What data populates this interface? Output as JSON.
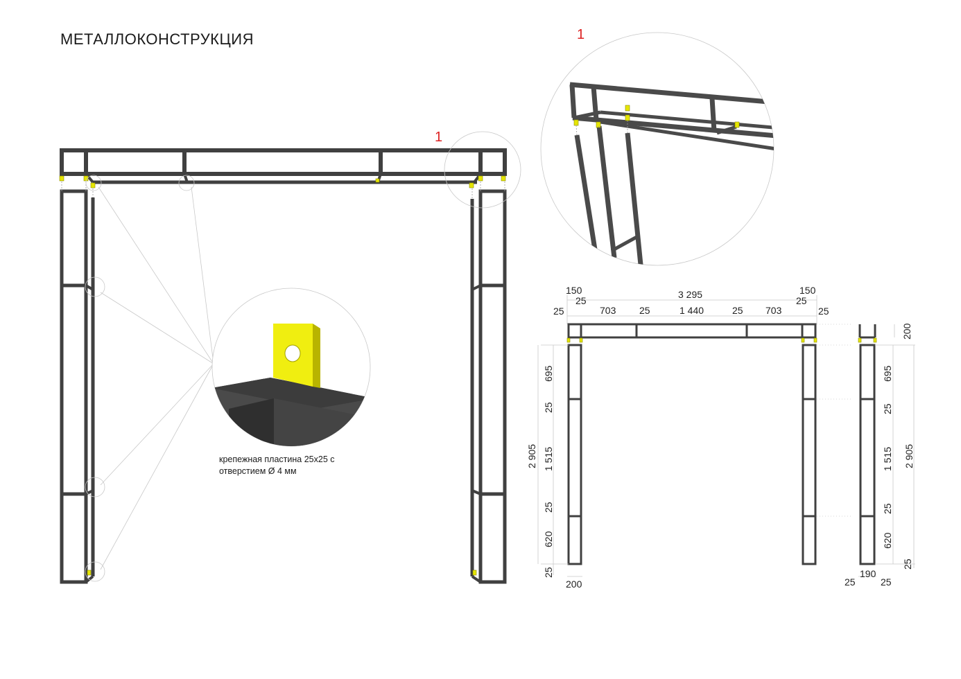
{
  "title": "МЕТАЛЛОКОНСТРУКЦИЯ",
  "detail_marker": "1",
  "plate_note": {
    "line1": "крепежная пластина 25х25 с",
    "line2": "отверстием  Ø 4 мм"
  },
  "front_view_dims": {
    "total_width": "3 295",
    "left_offset": "150",
    "right_offset": "150",
    "top_row": [
      "25",
      "703",
      "25",
      "1 440",
      "25",
      "703",
      "25"
    ],
    "second_row_left": "25",
    "second_row_right": "25",
    "total_height": "2 905",
    "vertical_segments": [
      "695",
      "25",
      "1 515",
      "25",
      "620",
      "25"
    ],
    "post_width": "200"
  },
  "side_view_dims": {
    "top_height": "200",
    "vertical_segments": [
      "695",
      "25",
      "1 515",
      "25",
      "620"
    ],
    "total_height": "2 905",
    "bottom": "25",
    "depth": "190",
    "left_edge": "25",
    "right_edge": "25"
  },
  "colors": {
    "steel": "#404040",
    "plate": "#e6e600",
    "marker": "#dd2222"
  }
}
